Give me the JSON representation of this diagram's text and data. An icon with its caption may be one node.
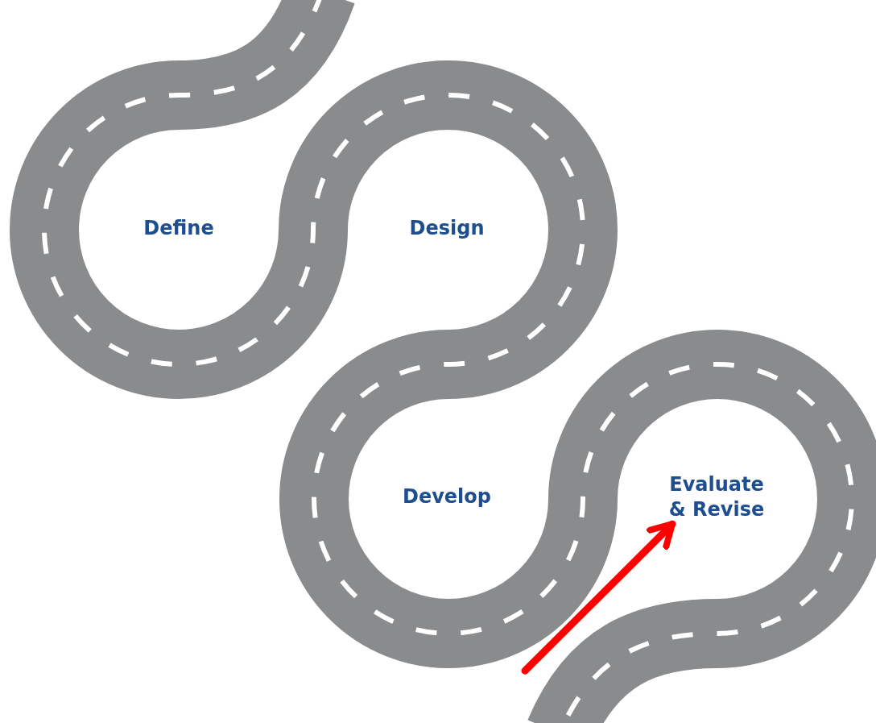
{
  "diagram": {
    "nodes": [
      {
        "text": [
          "Define"
        ]
      },
      {
        "text": [
          "Design"
        ]
      },
      {
        "text": [
          "Develop"
        ]
      },
      {
        "text": [
          "Evaluate & Revise"
        ]
      }
    ],
    "edges": [
      {
        "from": null,
        "to": 3,
        "arrow": "to",
        "color": "#ff0000"
      }
    ]
  }
}
